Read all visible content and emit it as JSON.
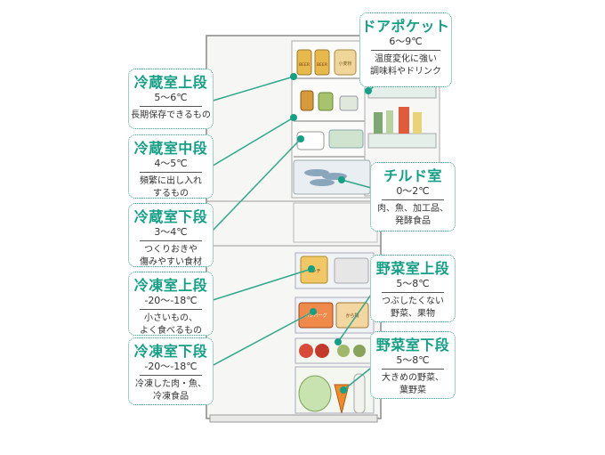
{
  "colors": {
    "accent": "#14a085",
    "box_border": "#2fa88a",
    "fridge_outline": "#8a8a8a",
    "fridge_fill": "#f4f4f2"
  },
  "labels": [
    {
      "id": "door_pocket",
      "title": "ドアポケット",
      "temp": "6～9℃",
      "desc": "温度変化に強い\n調味料やドリンク"
    },
    {
      "id": "fridge_top",
      "title": "冷蔵室上段",
      "temp": "5～6℃",
      "desc": "長期保存できるもの"
    },
    {
      "id": "fridge_mid",
      "title": "冷蔵室中段",
      "temp": "4～5℃",
      "desc": "頻繁に出し入れ\nするもの"
    },
    {
      "id": "chilled",
      "title": "チルド室",
      "temp": "0～2℃",
      "desc": "肉、魚、加工品、\n発酵食品"
    },
    {
      "id": "fridge_low",
      "title": "冷蔵室下段",
      "temp": "3～4℃",
      "desc": "つくりおきや\n傷みやすい食材"
    },
    {
      "id": "veg_top",
      "title": "野菜室上段",
      "temp": "5～8℃",
      "desc": "つぶしたくない\n野菜、果物"
    },
    {
      "id": "freezer_top",
      "title": "冷凍室上段",
      "temp": "-20～-18℃",
      "desc": "小さいもの、\nよく食べるもの"
    },
    {
      "id": "veg_low",
      "title": "野菜室下段",
      "temp": "5～8℃",
      "desc": "大きめの野菜、\n葉野菜"
    },
    {
      "id": "freezer_low",
      "title": "冷凍室下段",
      "temp": "-20～-18℃",
      "desc": "冷凍した肉・魚、\n冷凍食品"
    }
  ],
  "food_text": {
    "beer_1": "BEER",
    "beer_2": "BEER",
    "jar_label": "小麦粉",
    "pack_1": "ミンチ",
    "pack_2": "ハンバーグ",
    "pack_3": "から揚"
  }
}
